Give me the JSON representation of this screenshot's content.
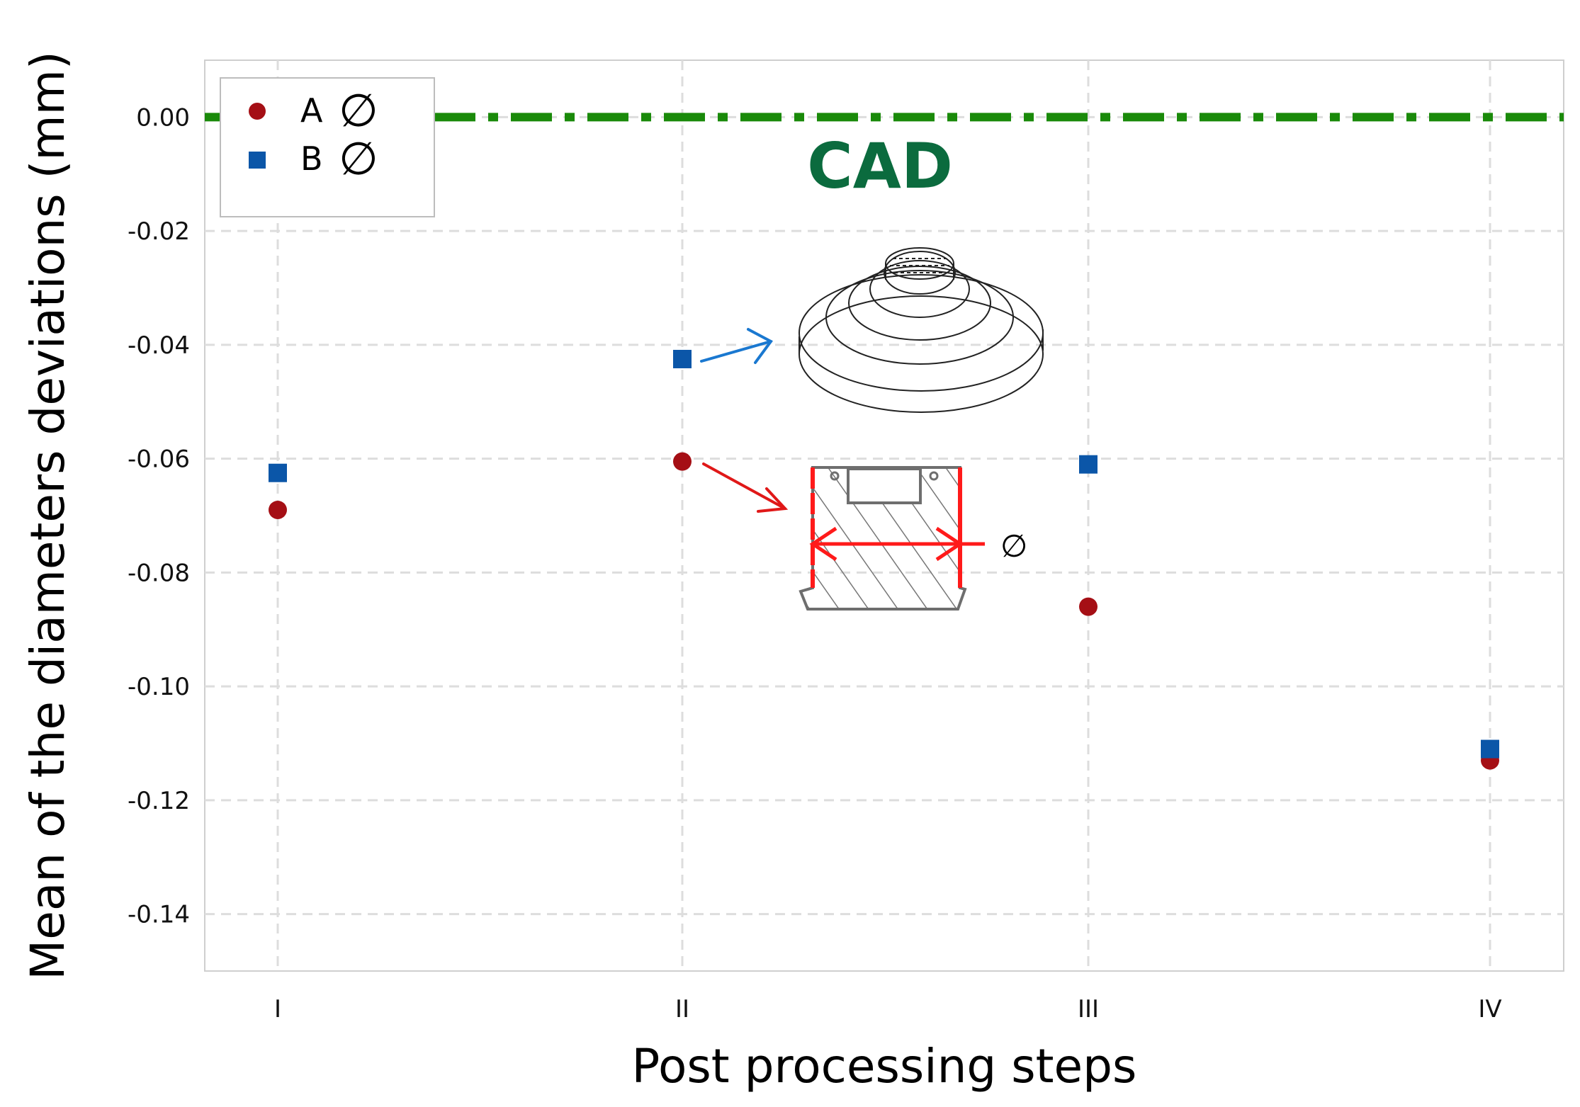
{
  "chart_data": {
    "type": "scatter",
    "xlabel": "Post processing steps",
    "ylabel": "Mean of the diameters deviations (mm)",
    "categories": [
      "I",
      "II",
      "III",
      "IV"
    ],
    "ylim": [
      -0.15,
      0.01
    ],
    "yticks": [
      "0.00",
      "-0.02",
      "-0.04",
      "-0.06",
      "-0.08",
      "-0.10",
      "-0.12",
      "-0.14"
    ],
    "ytick_values": [
      0.0,
      -0.02,
      -0.04,
      -0.06,
      -0.08,
      -0.1,
      -0.12,
      -0.14
    ],
    "grid": true,
    "legend_position": "top-left",
    "series": [
      {
        "name": "A",
        "marker": "circle",
        "color": "#a50f15",
        "values": [
          -0.069,
          -0.0605,
          -0.086,
          -0.113
        ]
      },
      {
        "name": "B",
        "marker": "square",
        "color": "#0b56a8",
        "values": [
          -0.0625,
          -0.0425,
          -0.061,
          -0.111
        ]
      }
    ],
    "reference_line": {
      "label": "CAD",
      "value": 0.0,
      "color": "#1a8a0a",
      "style": "dash-dot"
    },
    "diameter_symbol": "∅"
  }
}
